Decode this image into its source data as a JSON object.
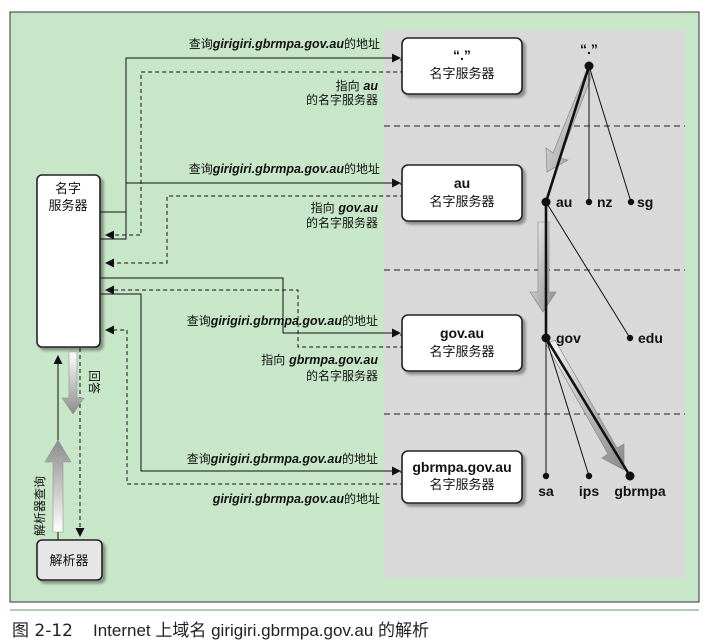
{
  "figure": {
    "caption_number": "图 2-12",
    "caption_text": "Internet 上域名 girigiri.gbrmpa.gov.au 的解析"
  },
  "local_server": {
    "line1": "名字",
    "line2": "服务器"
  },
  "resolver": {
    "label": "解析器"
  },
  "query_label": "解析器查询",
  "reply_label": "回答",
  "servers": [
    {
      "name": "“.”",
      "sub": "名字服务器"
    },
    {
      "name": "au",
      "sub": "名字服务器"
    },
    {
      "name": "gov.au",
      "sub": "名字服务器"
    },
    {
      "name": "gbrmpa.gov.au",
      "sub": "名字服务器"
    }
  ],
  "queries": [
    {
      "pre": "查询",
      "domain": "girigiri.gbrmpa.gov.au",
      "post": "的地址"
    },
    {
      "pre": "查询",
      "domain": "girigiri.gbrmpa.gov.au",
      "post": "的地址"
    },
    {
      "pre": "查询",
      "domain": "girigiri.gbrmpa.gov.au",
      "post": "的地址"
    },
    {
      "pre": "查询",
      "domain": "girigiri.gbrmpa.gov.au",
      "post": "的地址"
    }
  ],
  "responses": [
    {
      "pre": "指向 ",
      "domain": "au",
      "line2": "的名字服务器"
    },
    {
      "pre": "指向 ",
      "domain": "gov.au",
      "line2": "的名字服务器"
    },
    {
      "pre": "指向 ",
      "domain": "gbrmpa.gov.au",
      "line2": "的名字服务器"
    },
    {
      "domain": "girigiri.gbrmpa.gov.au",
      "post": "的地址"
    }
  ],
  "tree": {
    "root": "“.”",
    "level1": [
      "au",
      "nz",
      "sg"
    ],
    "level2": [
      "gov",
      "edu"
    ],
    "level3": [
      "sa",
      "ips",
      "gbrmpa"
    ]
  },
  "colors": {
    "panel_bg": "#c8e6c8",
    "zone_bg": "#d9d9d9",
    "border": "#333333",
    "caption_rule": "#6a9a6a"
  }
}
